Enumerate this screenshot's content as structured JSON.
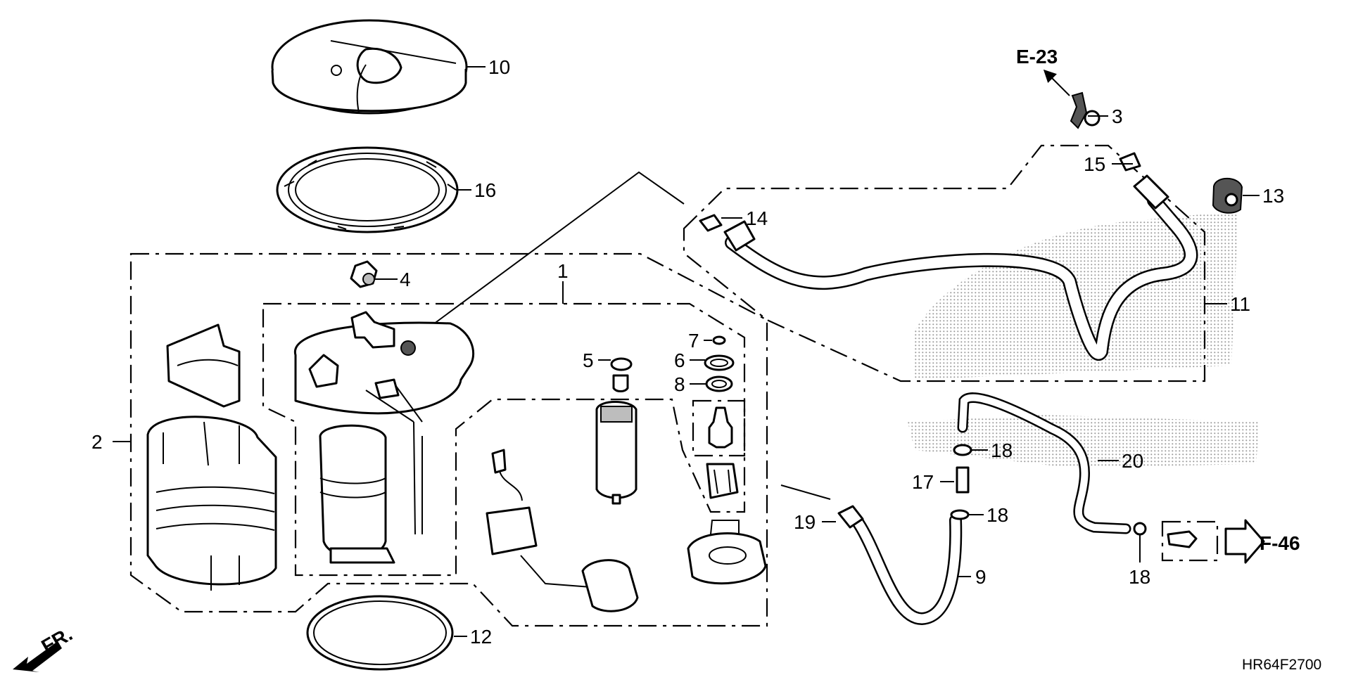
{
  "diagram_code": "HR64F2700",
  "direction_label": "FR.",
  "references": {
    "upper": "E-23",
    "right": "F-46"
  },
  "parts": {
    "p1": "1",
    "p2": "2",
    "p3": "3",
    "p4": "4",
    "p5": "5",
    "p6": "6",
    "p7": "7",
    "p8": "8",
    "p9": "9",
    "p10": "10",
    "p11": "11",
    "p12": "12",
    "p13": "13",
    "p14": "14",
    "p15": "15",
    "p16": "16",
    "p17": "17",
    "p18a": "18",
    "p18b": "18",
    "p18c": "18",
    "p19": "19",
    "p20": "20"
  },
  "colors": {
    "line": "#000000",
    "background": "#ffffff",
    "stipple": "#9a9a9a"
  }
}
